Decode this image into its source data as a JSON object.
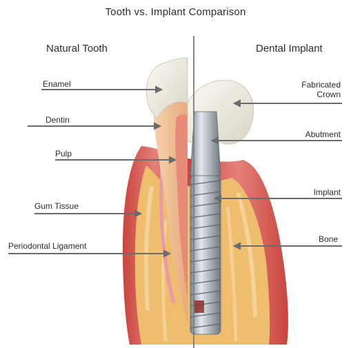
{
  "title": "Tooth vs. Implant Comparison",
  "left_heading": "Natural Tooth",
  "right_heading": "Dental Implant",
  "left_labels": {
    "enamel": "Enamel",
    "dentin": "Dentin",
    "pulp": "Pulp",
    "gum_tissue": "Gum Tissue",
    "periodontal_ligament": "Periodontal Ligament"
  },
  "right_labels": {
    "crown_line1": "Fabricated",
    "crown_line2": "Crown",
    "abutment": "Abutment",
    "implant": "Implant",
    "bone": "Bone"
  },
  "colors": {
    "leader": "#6b6b6b",
    "gum": "#d9665c",
    "gum_light": "#eea39a",
    "bone": "#e8b15e",
    "bone_light": "#f6d9a3",
    "dentin": "#f1c9a0",
    "enamel": "#f2efe6",
    "metal": "#a9b2ba"
  }
}
